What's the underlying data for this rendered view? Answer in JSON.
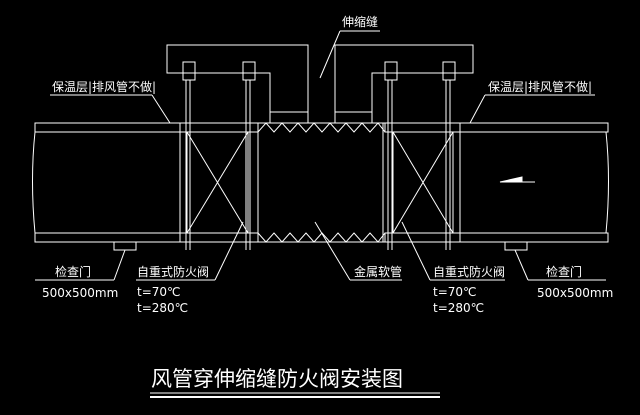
{
  "labels": {
    "expansion_joint": "伸缩缝",
    "insulation_left": "保温层|排风管不做|",
    "insulation_right": "保温层|排风管不做|",
    "access_door_left": "检查门",
    "access_door_left_size": "500x500mm",
    "access_door_right": "检查门",
    "access_door_right_size": "500x500mm",
    "fire_damper_left": "自重式防火阀",
    "fire_damper_left_t1": "t=70℃",
    "fire_damper_left_t2": "t=280℃",
    "fire_damper_right": "自重式防火阀",
    "fire_damper_right_t1": "t=70℃",
    "fire_damper_right_t2": "t=280℃",
    "flexible_pipe": "金属软管"
  },
  "title": "风管穿伸缩缝防火阀安装图",
  "colors": {
    "background": "#000000",
    "lines": "#ffffff"
  }
}
